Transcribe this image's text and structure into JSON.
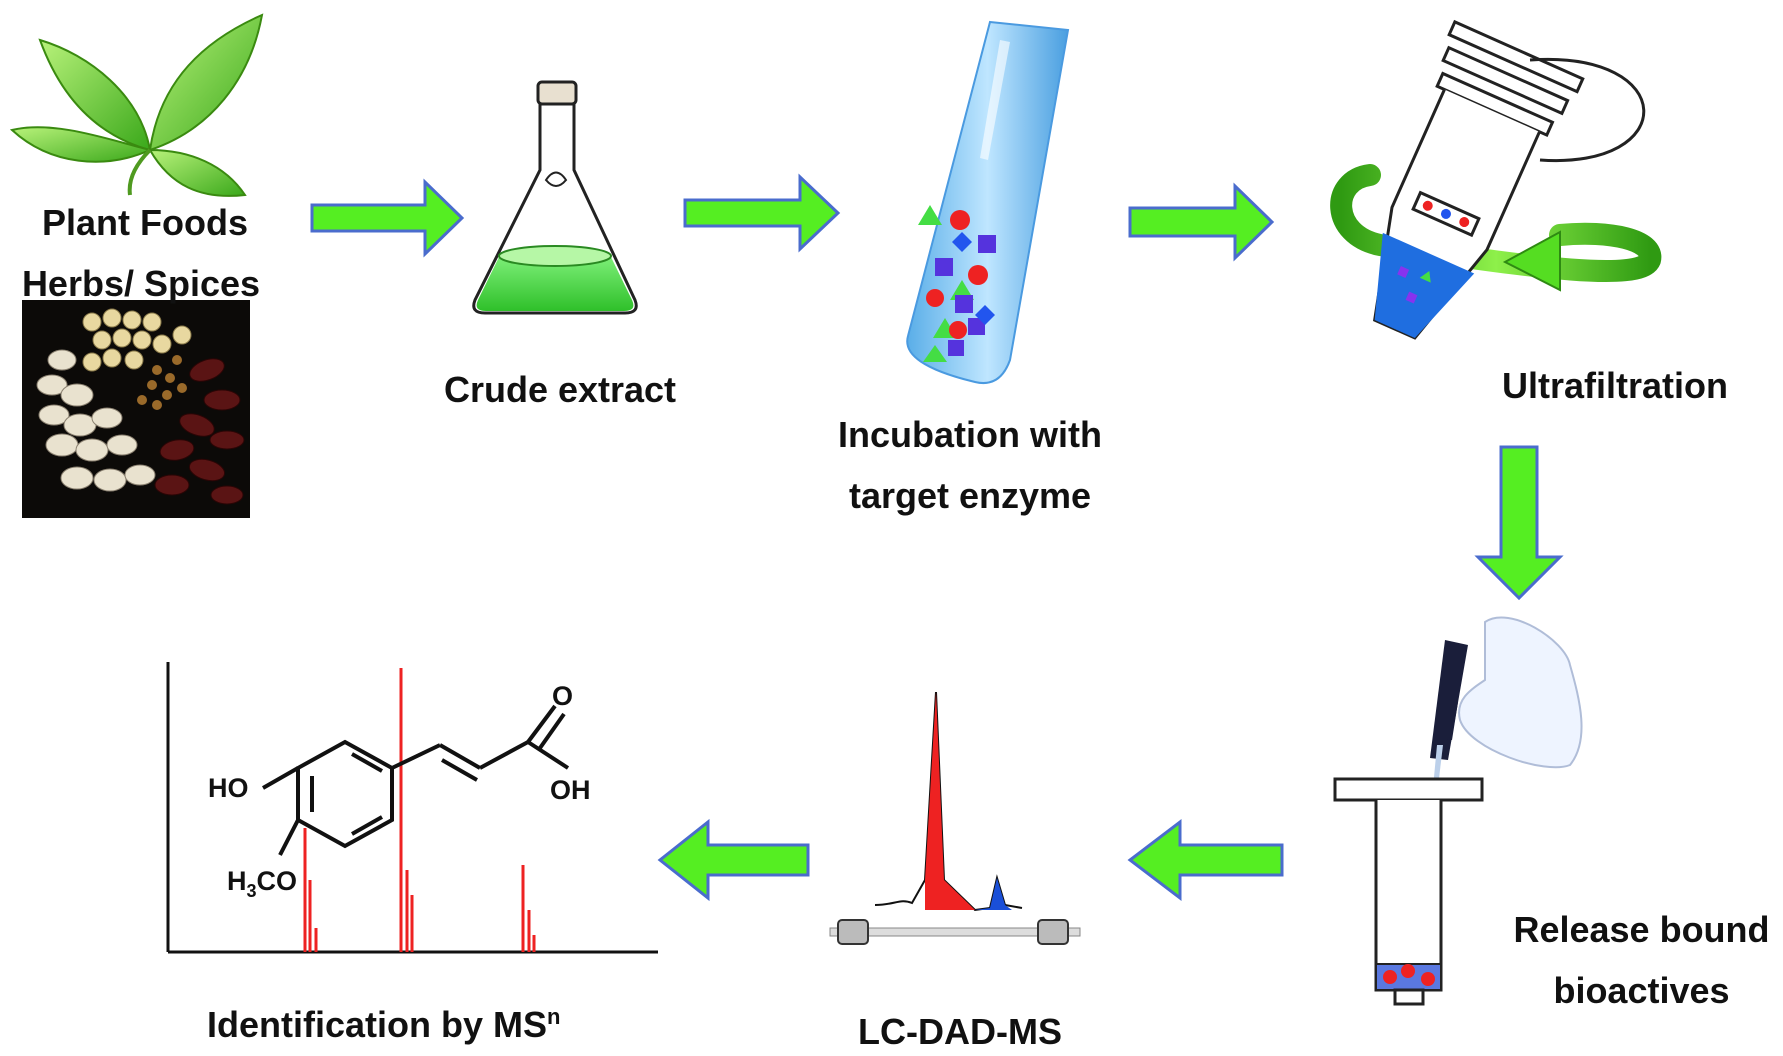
{
  "colors": {
    "arrow": "#55ee22",
    "arrow_edge": "#4a6ccd",
    "peak_red": "#ee2222",
    "peak_blue": "#1a4fd8",
    "liquid_blue": "#8fd2ff"
  },
  "steps": {
    "plant": {
      "line1": "Plant Foods",
      "line2": "Herbs/ Spices"
    },
    "crude": {
      "label": "Crude extract"
    },
    "incubation": {
      "line1": "Incubation with",
      "line2": "target enzyme"
    },
    "ultrafiltration": {
      "label": "Ultrafiltration"
    },
    "release": {
      "line1": "Release bound",
      "line2": "bioactives"
    },
    "lcdadms": {
      "label": "LC-DAD-MS"
    },
    "identification": {
      "label": "Identification by MS",
      "superscript": "n"
    }
  },
  "molecule": {
    "ho": "HO",
    "oh": "OH",
    "o": "O",
    "h3co_h": "H",
    "h3co_3": "3",
    "h3co_co": "CO"
  }
}
